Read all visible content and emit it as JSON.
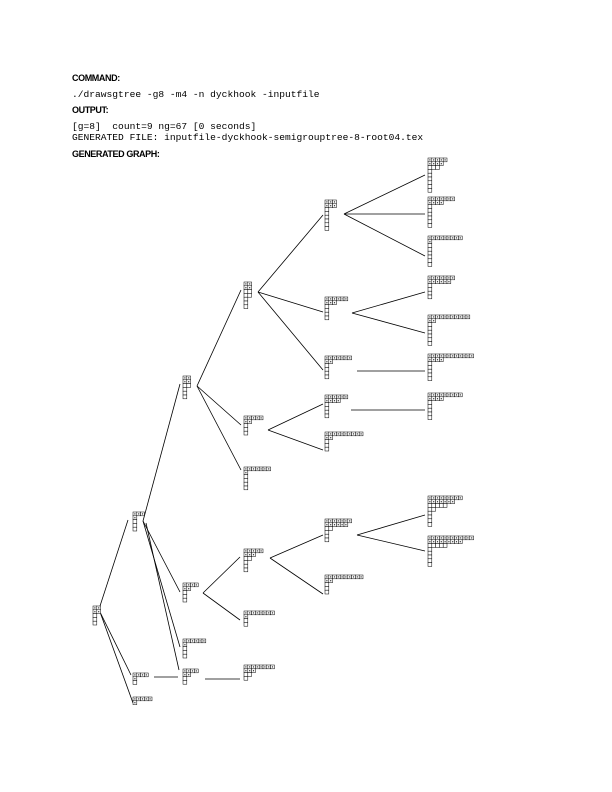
{
  "header": {
    "command_label": "COMMAND:",
    "command": "./drawsgtree -g8 -m4 -n dyckhook -inputfile",
    "output_label": "OUTPUT:",
    "output_line1": "[g=8]  count=9 ng=67 [0 seconds]",
    "output_line2": "GENERATED FILE: inputfile-dyckhook-semigrouptree-8-root04.tex",
    "graph_label": "GENERATED GRAPH:"
  },
  "colors": {
    "ink": "#000000",
    "background": "#ffffff"
  }
}
